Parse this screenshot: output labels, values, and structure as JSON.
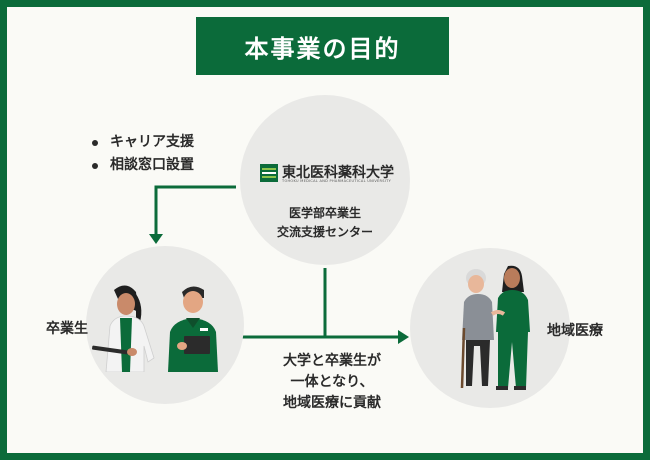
{
  "title": "本事業の目的",
  "bullets": [
    "キャリア支援",
    "相談窓口設置"
  ],
  "university": {
    "name": "東北医科薬科大学",
    "name_en": "TOHOKU MEDICAL AND PHARMACEUTICAL UNIVERSITY"
  },
  "center_circle": {
    "line1": "医学部卒業生",
    "line2": "交流支援センター"
  },
  "left_label": "卒業生",
  "right_label": "地域医療",
  "bottom_text": {
    "line1": "大学と卒業生が",
    "line2": "一体となり、",
    "line3": "地域医療に貢献"
  },
  "colors": {
    "brand_green": "#0b6b3a",
    "circle_gray": "#e9e9e7",
    "text": "#2a2a2a"
  }
}
